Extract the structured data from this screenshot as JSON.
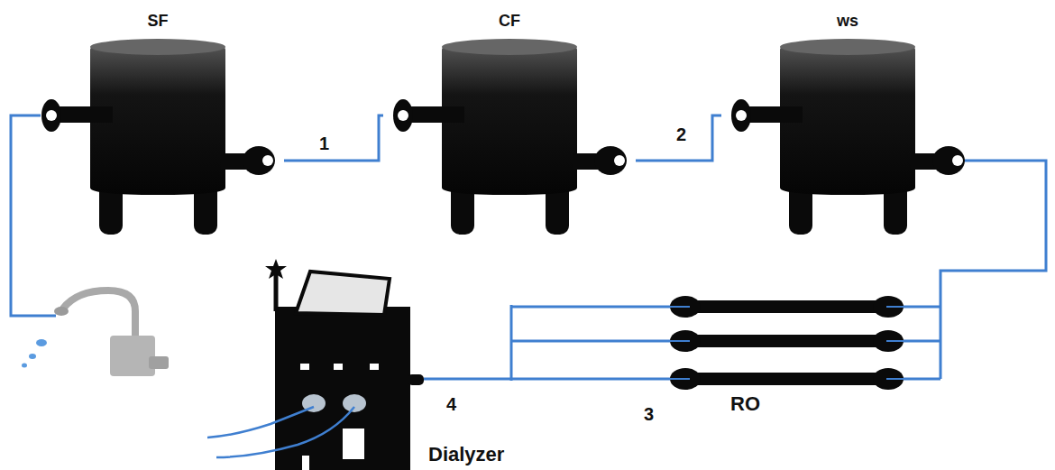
{
  "diagram": {
    "nodes": [
      {
        "text": [
          "SF"
        ]
      },
      {
        "text": [
          "CF"
        ]
      },
      {
        "text": [
          "ws"
        ]
      },
      {
        "text": [
          "RO"
        ]
      },
      {
        "text": [
          "Dialyzer"
        ]
      }
    ],
    "edges": [
      {
        "from": 0,
        "to": 1,
        "arrow": "none",
        "label": "1"
      },
      {
        "from": 1,
        "to": 2,
        "arrow": "none",
        "label": "2"
      },
      {
        "from": 2,
        "to": 3,
        "arrow": "none"
      },
      {
        "from": 3,
        "to": 4,
        "arrow": "none"
      }
    ],
    "labels": [
      "3",
      "4"
    ]
  }
}
